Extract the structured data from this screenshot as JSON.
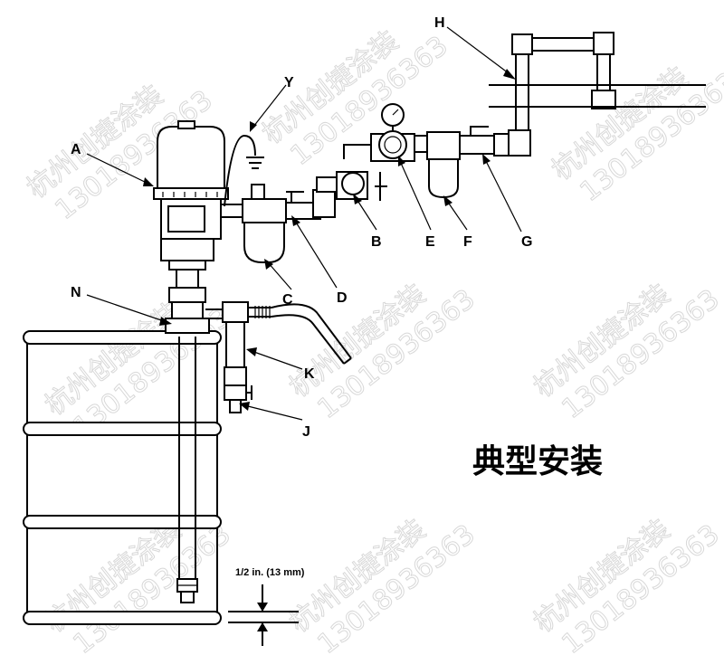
{
  "title": "典型安装",
  "dimension_label": "1/2 in. (13 mm)",
  "watermark": {
    "line1": "杭州创捷涂装",
    "line2": "13018936363"
  },
  "callouts": {
    "A": "A",
    "B": "B",
    "C": "C",
    "D": "D",
    "E": "E",
    "F": "F",
    "G": "G",
    "H": "H",
    "J": "J",
    "K": "K",
    "N": "N",
    "Y": "Y"
  }
}
